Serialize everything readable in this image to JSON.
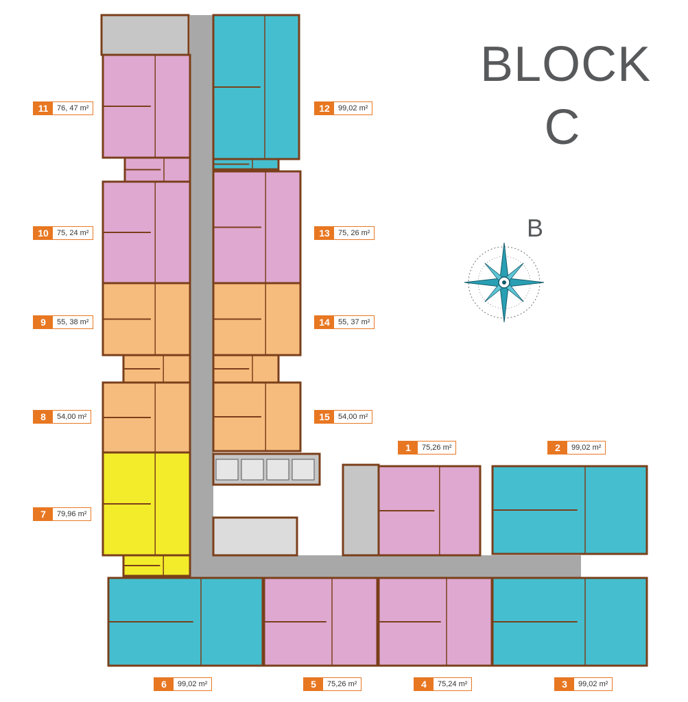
{
  "title": {
    "line1": "BLOCK",
    "line2": "C"
  },
  "compass": {
    "label": "B",
    "icon": "compass-rose-icon"
  },
  "colors": {
    "pink": "#dfa8d0",
    "cyan": "#45bfcf",
    "orange": "#f6bc7d",
    "yellow": "#f3ec2a",
    "corridor": "#a8a8a8",
    "core": "#c6c6c6",
    "wall": "#7a3f1b",
    "label_accent": "#e87722"
  },
  "units": [
    {
      "id": "11",
      "area": "76, 47 m²",
      "color": "pink"
    },
    {
      "id": "12",
      "area": "99,02 m²",
      "color": "cyan"
    },
    {
      "id": "10",
      "area": "75, 24 m²",
      "color": "pink"
    },
    {
      "id": "13",
      "area": "75, 26 m²",
      "color": "pink"
    },
    {
      "id": "9",
      "area": "55, 38 m²",
      "color": "orange"
    },
    {
      "id": "14",
      "area": "55, 37 m²",
      "color": "orange"
    },
    {
      "id": "8",
      "area": "54,00 m²",
      "color": "orange"
    },
    {
      "id": "15",
      "area": "54,00 m²",
      "color": "orange"
    },
    {
      "id": "7",
      "area": "79,96 m²",
      "color": "yellow"
    },
    {
      "id": "1",
      "area": "75,26 m²",
      "color": "pink"
    },
    {
      "id": "2",
      "area": "99,02 m²",
      "color": "cyan"
    },
    {
      "id": "6",
      "area": "99,02 m²",
      "color": "cyan"
    },
    {
      "id": "5",
      "area": "75,26 m²",
      "color": "pink"
    },
    {
      "id": "4",
      "area": "75,24 m²",
      "color": "pink"
    },
    {
      "id": "3",
      "area": "99,02 m²",
      "color": "cyan"
    }
  ]
}
